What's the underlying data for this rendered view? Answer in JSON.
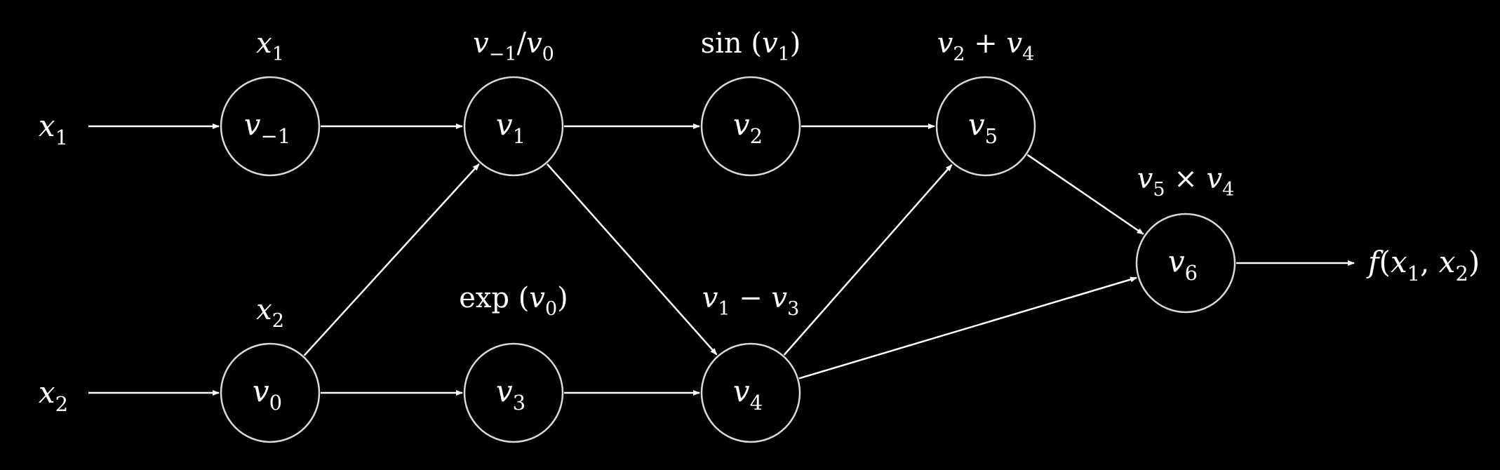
{
  "inputs": {
    "x1": {
      "base": "x",
      "sub": "1"
    },
    "x2": {
      "base": "x",
      "sub": "2"
    }
  },
  "nodes": {
    "vm1": {
      "base": "v",
      "sub": "−1",
      "op": [
        {
          "t": "x",
          "i": 1
        },
        {
          "t": "1",
          "s": 1
        }
      ]
    },
    "v0": {
      "base": "v",
      "sub": "0",
      "op": [
        {
          "t": "x",
          "i": 1
        },
        {
          "t": "2",
          "s": 1
        }
      ]
    },
    "v1": {
      "base": "v",
      "sub": "1",
      "op": [
        {
          "t": "v",
          "i": 1
        },
        {
          "t": "−1",
          "s": 1
        },
        {
          "t": "/"
        },
        {
          "t": "v",
          "i": 1
        },
        {
          "t": "0",
          "s": 1
        }
      ]
    },
    "v2": {
      "base": "v",
      "sub": "2",
      "op": [
        {
          "t": "sin "
        },
        {
          "t": "("
        },
        {
          "t": "v",
          "i": 1
        },
        {
          "t": "1",
          "s": 1
        },
        {
          "t": ")"
        }
      ]
    },
    "v3": {
      "base": "v",
      "sub": "3",
      "op": [
        {
          "t": "exp "
        },
        {
          "t": "("
        },
        {
          "t": "v",
          "i": 1
        },
        {
          "t": "0",
          "s": 1
        },
        {
          "t": ")"
        }
      ]
    },
    "v4": {
      "base": "v",
      "sub": "4",
      "op": [
        {
          "t": "v",
          "i": 1
        },
        {
          "t": "1",
          "s": 1
        },
        {
          "t": " − "
        },
        {
          "t": "v",
          "i": 1
        },
        {
          "t": "3",
          "s": 1
        }
      ]
    },
    "v5": {
      "base": "v",
      "sub": "5",
      "op": [
        {
          "t": "v",
          "i": 1
        },
        {
          "t": "2",
          "s": 1
        },
        {
          "t": " + "
        },
        {
          "t": "v",
          "i": 1
        },
        {
          "t": "4",
          "s": 1
        }
      ]
    },
    "v6": {
      "base": "v",
      "sub": "6",
      "op": [
        {
          "t": "v",
          "i": 1
        },
        {
          "t": "5",
          "s": 1
        },
        {
          "t": " × "
        },
        {
          "t": "v",
          "i": 1
        },
        {
          "t": "4",
          "s": 1
        }
      ]
    }
  },
  "output": [
    {
      "t": "f",
      "i": 1
    },
    {
      "t": "("
    },
    {
      "t": "x",
      "i": 1
    },
    {
      "t": "1",
      "s": 1
    },
    {
      "t": ", "
    },
    {
      "t": "x",
      "i": 1
    },
    {
      "t": "2",
      "s": 1
    },
    {
      "t": ")"
    }
  ],
  "edges": [
    [
      "x1",
      "vm1"
    ],
    [
      "x2",
      "v0"
    ],
    [
      "vm1",
      "v1"
    ],
    [
      "v0",
      "v1"
    ],
    [
      "v0",
      "v3"
    ],
    [
      "v1",
      "v2"
    ],
    [
      "v1",
      "v4"
    ],
    [
      "v3",
      "v4"
    ],
    [
      "v2",
      "v5"
    ],
    [
      "v4",
      "v5"
    ],
    [
      "v5",
      "v6"
    ],
    [
      "v4",
      "v6"
    ],
    [
      "v6",
      "out"
    ]
  ]
}
